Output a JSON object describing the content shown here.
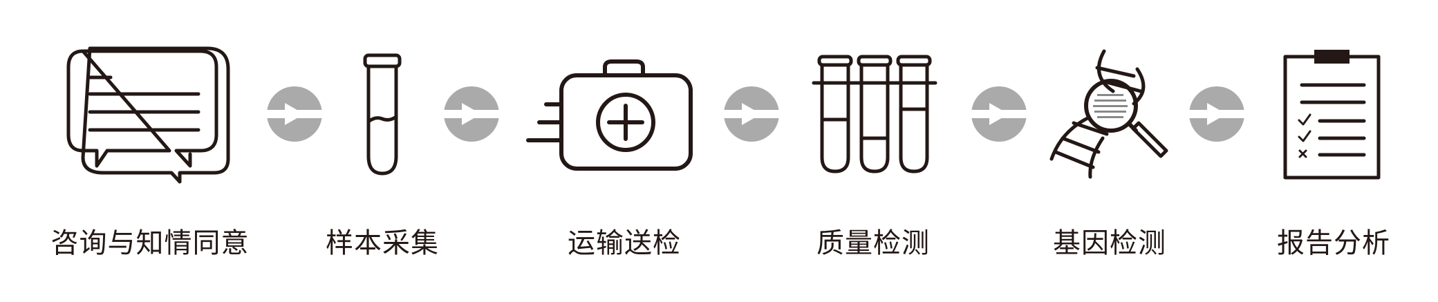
{
  "steps": [
    {
      "id": "consult",
      "label": "咨询与知情同意",
      "icon": "chat-bubbles-icon"
    },
    {
      "id": "sample",
      "label": "样本采集",
      "icon": "test-tube-icon"
    },
    {
      "id": "transport",
      "label": "运输送检",
      "icon": "medical-kit-icon"
    },
    {
      "id": "quality",
      "label": "质量检测",
      "icon": "test-tubes-icon"
    },
    {
      "id": "gene",
      "label": "基因检测",
      "icon": "dna-magnifier-icon"
    },
    {
      "id": "report",
      "label": "报告分析",
      "icon": "clipboard-checklist-icon"
    }
  ],
  "connector_icon": "arrow-right-circle-icon",
  "colors": {
    "line": "#231815",
    "connector": "#aaaaaa",
    "background": "#ffffff"
  }
}
